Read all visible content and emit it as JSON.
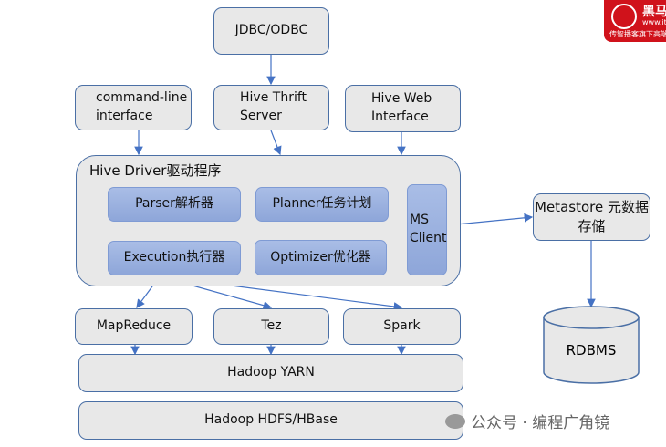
{
  "nodes": {
    "jdbc": "JDBC/ODBC",
    "cli": "command-line interface",
    "thrift": "Hive Thrift Server",
    "web": "Hive Web Interface",
    "driver": "Hive Driver驱动程序",
    "parser": "Parser解析器",
    "planner": "Planner任务计划",
    "msclient": "MS Client",
    "execution": "Execution执行器",
    "optimizer": "Optimizer优化器",
    "metastore": "Metastore 元数据存储",
    "rdbms": "RDBMS",
    "mapreduce": "MapReduce",
    "tez": "Tez",
    "spark": "Spark",
    "yarn": "Hadoop YARN",
    "hdfs": "Hadoop HDFS/HBase"
  },
  "logo": {
    "text": "黑马",
    "sub": "www.it",
    "slogan": "传智播客旗下高端"
  },
  "watermark": "公众号 · 编程广角镜",
  "colors": {
    "line": "#4472c4",
    "inner_fill": "#9fb4e2",
    "box_fill": "#e8e8e8",
    "logo": "#d0121b"
  }
}
